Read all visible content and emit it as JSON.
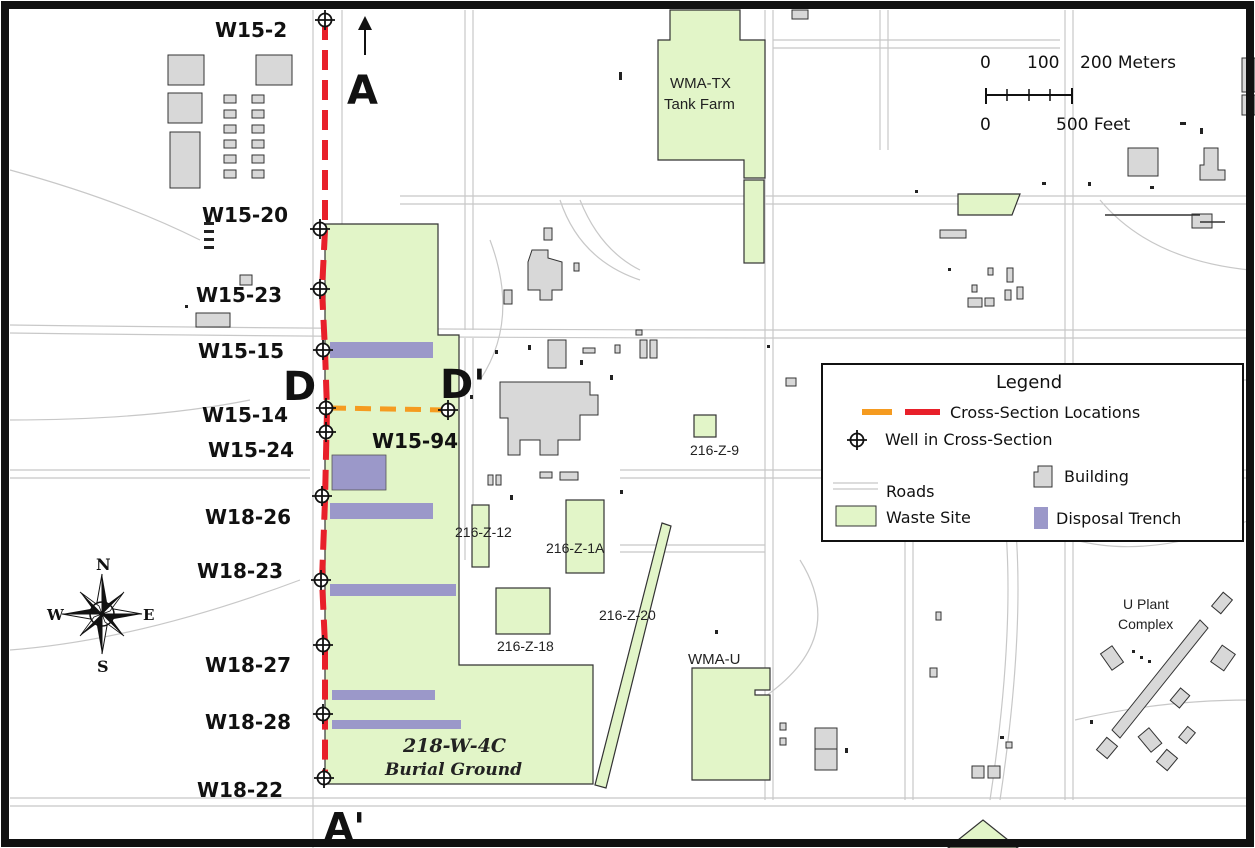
{
  "colors": {
    "waste_site": "#e2f5c8",
    "trench": "#9b98c9",
    "building": "#d8d8d8",
    "road": "#c8c8c8",
    "section_a": "#e8202a",
    "section_d": "#f59b20"
  },
  "wells": {
    "w15_2": "W15-2",
    "w15_20": "W15-20",
    "w15_23": "W15-23",
    "w15_15": "W15-15",
    "w15_14": "W15-14",
    "w15_24": "W15-24",
    "w15_94": "W15-94",
    "w18_26": "W18-26",
    "w18_23": "W18-23",
    "w18_27": "W18-27",
    "w18_28": "W18-28",
    "w18_22": "W18-22"
  },
  "sections": {
    "a": "A",
    "a_prime": "A'",
    "d": "D",
    "d_prime": "D'"
  },
  "sites": {
    "wma_tx_line1": "WMA-TX",
    "wma_tx_line2": "Tank Farm",
    "z9": "216-Z-9",
    "z12": "216-Z-12",
    "z1a": "216-Z-1A",
    "z18": "216-Z-18",
    "z20": "216-Z-20",
    "wma_u": "WMA-U",
    "u_plant_line1": "U Plant",
    "u_plant_line2": "Complex",
    "burial_line1": "218-W-4C",
    "burial_line2": "Burial Ground"
  },
  "scale_bar": {
    "m0": "0",
    "m100": "100",
    "m200": "200 Meters",
    "f0": "0",
    "f500": "500 Feet"
  },
  "legend": {
    "title": "Legend",
    "cross_section": "Cross-Section Locations",
    "well": "Well in Cross-Section",
    "roads": "Roads",
    "building": "Building",
    "waste_site": "Waste Site",
    "trench": "Disposal Trench"
  },
  "compass": {
    "n": "N",
    "s": "S",
    "e": "E",
    "w": "W"
  },
  "icons": {
    "well": "well-crosshair-icon",
    "north_arrow": "north-arrow-icon",
    "compass": "compass-rose-icon"
  }
}
